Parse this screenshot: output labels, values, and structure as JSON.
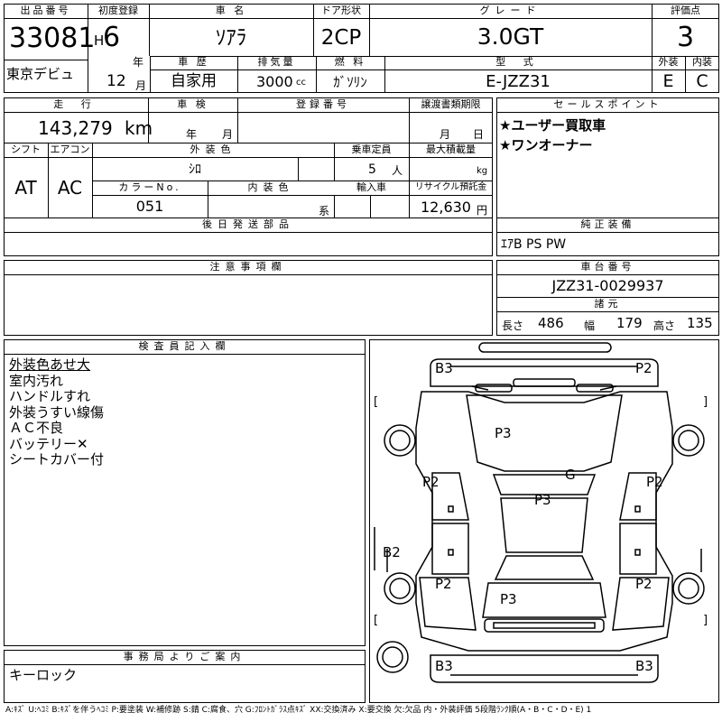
{
  "header": {
    "lot_no_label": "出品番号",
    "lot_no": "33081",
    "venue": "東京デビュ",
    "first_reg_label": "初度登録",
    "era": "H",
    "year": "6",
    "year_unit": "年",
    "month": "12",
    "month_unit": "月",
    "car_name_label": "車 名",
    "car_name": "ｿｱﾗ",
    "door_label": "ドア形状",
    "door": "2CP",
    "grade_label": "グレード",
    "grade": "3.0GT",
    "score_label": "評価点",
    "score": "3",
    "history_label": "車 歴",
    "history": "自家用",
    "displacement_label": "排気量",
    "displacement": "3000",
    "displacement_unit": "cc",
    "fuel_label": "燃 料",
    "fuel": "ｶﾞｿﾘﾝ",
    "model_code_label": "型 式",
    "model_code": "E-JZZ31",
    "ext_grade_label": "外装",
    "ext_grade": "E",
    "int_grade_label": "内装",
    "int_grade": "C"
  },
  "details": {
    "mileage_label": "走 行",
    "mileage": "143,279",
    "mileage_unit": "km",
    "inspection_label": "車 検",
    "inspection_year_unit": "年",
    "inspection_month_unit": "月",
    "plate_label": "登録番号",
    "transfer_label": "譲渡書類期限",
    "transfer_month_unit": "月",
    "transfer_day_unit": "日",
    "shift_label": "シフト",
    "shift": "AT",
    "aircon_label": "エアコン",
    "aircon": "AC",
    "ext_color_label": "外装色",
    "ext_color": "ｼﾛ",
    "capacity_label": "乗車定員",
    "capacity": "5",
    "capacity_unit": "人",
    "load_label": "最大積載量",
    "load_unit": "kg",
    "color_no_label": "カラーNo.",
    "color_no": "051",
    "int_color_label": "内装色",
    "int_color_unit": "系",
    "import_label": "輸入車",
    "recycle_label": "リサイクル預託金",
    "recycle": "12,630",
    "recycle_unit": "円",
    "later_parts_label": "後日発送部品"
  },
  "sales_points": {
    "label": "セールスポイント",
    "items": [
      "★ユーザー買取車",
      "★ワンオーナー"
    ]
  },
  "equipment": {
    "label": "純正装備",
    "value": "ｴｱB PS PW"
  },
  "caution": {
    "label": "注意事項欄"
  },
  "chassis": {
    "label": "車台番号",
    "value": "JZZ31-0029937"
  },
  "dimensions": {
    "label": "諸元",
    "length_label": "長さ",
    "length": "486",
    "width_label": "幅",
    "width": "179",
    "height_label": "高さ",
    "height": "135"
  },
  "inspector": {
    "label": "検査員記入欄",
    "notes": [
      "外装色あせ大",
      "室内汚れ",
      "ハンドルすれ",
      "外装うすい線傷",
      "ＡＣ不良",
      "バッテリー✕",
      "シートカバー付"
    ]
  },
  "office": {
    "label": "事務局よりご案内",
    "value": "キーロック"
  },
  "damage_marks": {
    "front_left": "B3",
    "front_right": "P2",
    "hood": "P3",
    "windshield": "G",
    "front_fender_left": "P2",
    "front_fender_right": "P2",
    "roof": "P3",
    "left_side": "B2",
    "rear_fender_left": "P2",
    "rear_fender_right": "P2",
    "trunk": "P3",
    "rear_left": "B3",
    "rear_right": "B3",
    "bracket_left_top": "[",
    "bracket_right_top": "]",
    "bracket_left_bottom": "[",
    "bracket_right_bottom": "]"
  },
  "legend": "A:ｷｽﾞ U:ﾍｺﾐ B:ｷｽﾞを伴うﾍｺﾐ P:要塗装 W:補修跡 S:錆 C:腐食、穴 G:ﾌﾛﾝﾄｶﾞﾗｽ点ｷｽﾞ XX:交換済み X:要交換 欠:欠品 内・外装評価 5段階ﾗﾝｸ順(A・B・C・D・E) 1"
}
